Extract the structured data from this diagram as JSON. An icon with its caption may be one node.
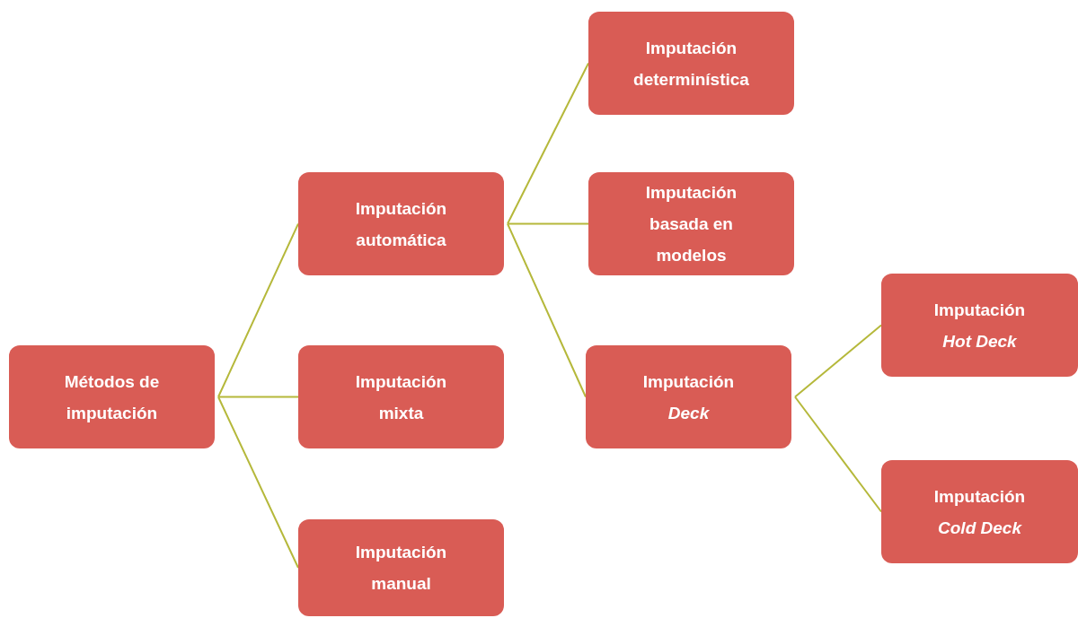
{
  "diagram": {
    "nodes": [
      {
        "text": [
          "Métodos de imputación"
        ]
      },
      {
        "text": [
          "Imputación automática"
        ]
      },
      {
        "text": [
          "Imputación mixta"
        ]
      },
      {
        "text": [
          "Imputación manual"
        ]
      },
      {
        "text": [
          "Imputación determinística"
        ]
      },
      {
        "text": [
          "Imputación basada en modelos"
        ]
      },
      {
        "text": [
          "Imputación *Deck*"
        ]
      },
      {
        "text": [
          "Imputación *Hot Deck*"
        ]
      },
      {
        "text": [
          "Imputación *Cold Deck*"
        ]
      }
    ],
    "edges": [
      {
        "from": 0,
        "to": 1,
        "arrow": "none"
      },
      {
        "from": 0,
        "to": 2,
        "arrow": "none"
      },
      {
        "from": 0,
        "to": 3,
        "arrow": "none"
      },
      {
        "from": 1,
        "to": 4,
        "arrow": "none"
      },
      {
        "from": 1,
        "to": 5,
        "arrow": "none"
      },
      {
        "from": 1,
        "to": 6,
        "arrow": "none"
      },
      {
        "from": 6,
        "to": 7,
        "arrow": "none"
      },
      {
        "from": 6,
        "to": 8,
        "arrow": "none"
      }
    ]
  }
}
